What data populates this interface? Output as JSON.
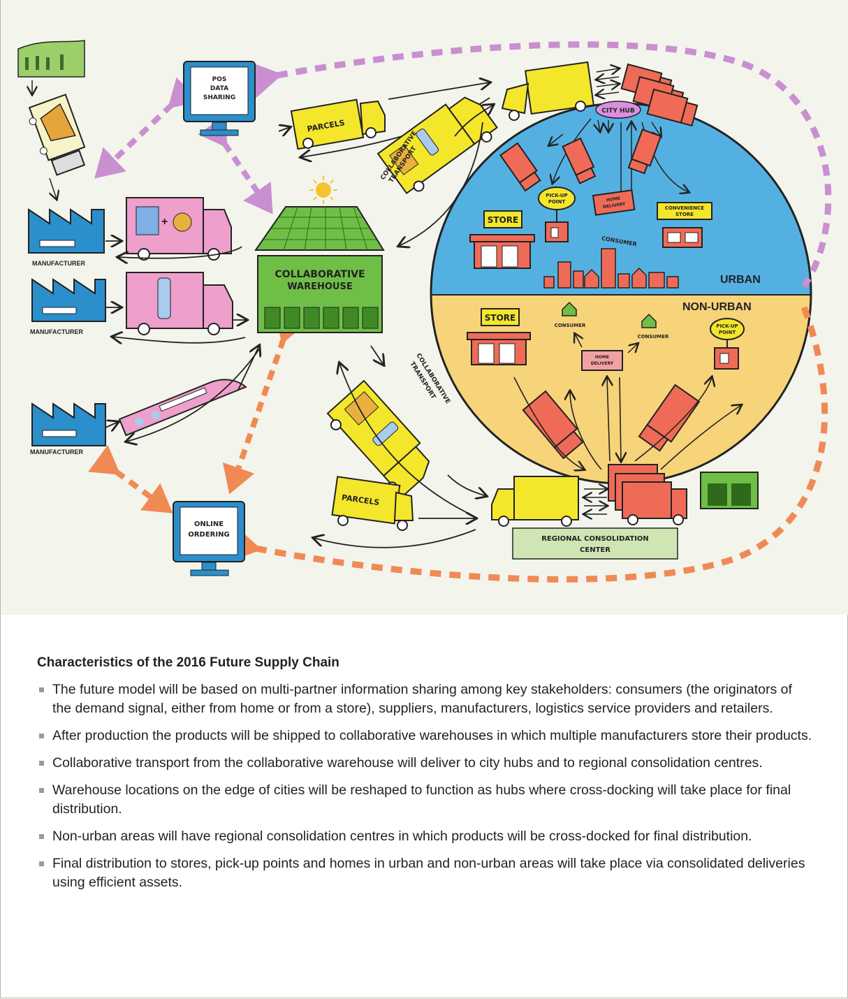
{
  "diagram": {
    "labels": {
      "pos": [
        "POS",
        "DATA",
        "SHARING"
      ],
      "online": [
        "ONLINE",
        "ORDERING"
      ],
      "parcels_top": "PARCELS",
      "parcels_bottom": "PARCELS",
      "collab_top": [
        "COLLABORATIVE",
        "TRANSPORT"
      ],
      "collab_bottom": [
        "COLLABORATIVE",
        "TRANSPORT"
      ],
      "manufacturer": "MANUFACTURER",
      "warehouse": [
        "COLLABORATIVE",
        "WAREHOUSE"
      ],
      "city_hub": "CITY HUB",
      "store_urban": "STORE",
      "pickup_urban": [
        "PICK-UP",
        "POINT"
      ],
      "home_delivery_urban": [
        "HOME",
        "DELIVERY"
      ],
      "convenience_store": [
        "CONVENIENCE",
        "STORE"
      ],
      "consumer_urban": "CONSUMER",
      "urban": "URBAN",
      "non_urban": "NON-URBAN",
      "store_nonurban": "STORE",
      "consumer_left": "CONSUMER",
      "consumer_right": "CONSUMER",
      "home_delivery_nonurban": [
        "HOME",
        "DELIVERY"
      ],
      "pickup_nonurban": [
        "PICK-UP",
        "POINT"
      ],
      "regional": [
        "REGIONAL CONSOLIDATION",
        "CENTER"
      ]
    },
    "colors": {
      "urban": "#55b0e2",
      "non_urban": "#f7d37a",
      "warehouse": "#6fbe46",
      "factory": "#2a8fcb",
      "truck_yellow": "#f4e62b",
      "truck_pink": "#ee9fcc",
      "truck_red": "#ef6b57",
      "arrow_purple": "#c98fd0",
      "arrow_orange": "#f08a55",
      "consolidation_box": "#cfe6b4"
    }
  },
  "caption": {
    "title": "Characteristics of the 2016 Future Supply Chain",
    "bullets": [
      "The future model will be based on multi-partner information sharing among key stakeholders: consumers (the originators of the demand signal, either from home or from a store), suppliers, manufacturers, logistics service providers and retailers.",
      "After production the products will be shipped to collaborative warehouses in which multiple manufacturers store their products.",
      "Collaborative transport from the collaborative warehouse will deliver to city hubs and to regional consolidation centres.",
      "Warehouse locations on the edge of cities will be reshaped to function as hubs where cross-docking will take place for final distribution.",
      "Non-urban areas will have regional consolidation centres in which products will be cross-docked for final distribution.",
      "Final distribution to stores, pick-up points and homes in urban and non-urban areas will take place via consolidated deliveries using efficient assets."
    ]
  }
}
